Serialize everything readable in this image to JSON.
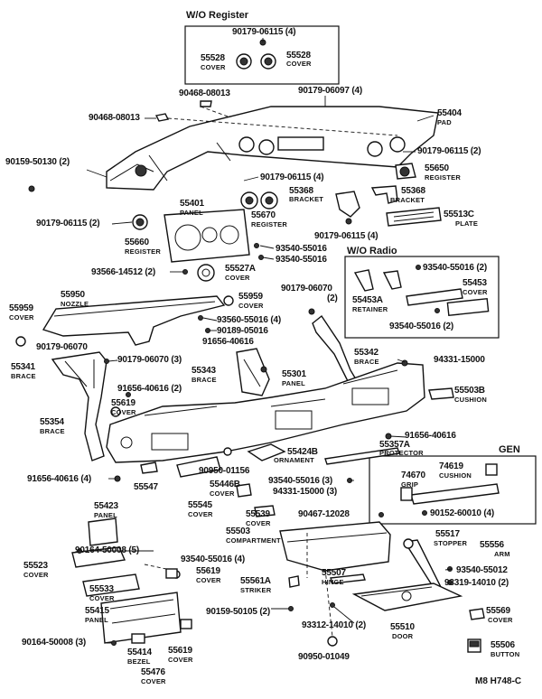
{
  "groups": {
    "wo_register": "W/O Register",
    "wo_radio": "W/O Radio",
    "gen": "GEN"
  },
  "labels": [
    {
      "id": "wr-90179-06115",
      "text": "90179-06115 (4)"
    },
    {
      "id": "wr-55528-l",
      "text": "55528",
      "sub": "COVER"
    },
    {
      "id": "wr-55528-r",
      "text": "55528",
      "sub": "COVER"
    },
    {
      "id": "p90468-08013a",
      "text": "90468-08013"
    },
    {
      "id": "p90179-06097",
      "text": "90179-06097 (4)"
    },
    {
      "id": "p90468-08013b",
      "text": "90468-08013"
    },
    {
      "id": "p55404",
      "text": "55404",
      "sub": "PAD"
    },
    {
      "id": "p90159-50130",
      "text": "90159-50130 (2)"
    },
    {
      "id": "p90179-06115-2",
      "text": "90179-06115 (2)"
    },
    {
      "id": "p55650",
      "text": "55650",
      "sub": "REGISTER"
    },
    {
      "id": "p90179-06115-4a",
      "text": "90179-06115 (4)"
    },
    {
      "id": "p55401",
      "text": "55401",
      "sub": "PANEL"
    },
    {
      "id": "p55368a",
      "text": "55368",
      "sub": "BRACKET"
    },
    {
      "id": "p55368b",
      "text": "55368",
      "sub": "BRACKET"
    },
    {
      "id": "p90179-06115-2b",
      "text": "90179-06115 (2)"
    },
    {
      "id": "p55670",
      "text": "55670",
      "sub": "REGISTER"
    },
    {
      "id": "p55513C",
      "text": "55513C",
      "sub": "PLATE"
    },
    {
      "id": "p90179-06115-4b",
      "text": "90179-06115 (4)"
    },
    {
      "id": "p55660",
      "text": "55660",
      "sub": "REGISTER"
    },
    {
      "id": "p93540-55016a",
      "text": "93540-55016"
    },
    {
      "id": "p93540-55016b",
      "text": "93540-55016"
    },
    {
      "id": "p93566-14512",
      "text": "93566-14512 (2)"
    },
    {
      "id": "p55527A",
      "text": "55527A",
      "sub": "COVER"
    },
    {
      "id": "r93540-55016-2a",
      "text": "93540-55016 (2)"
    },
    {
      "id": "r55453",
      "text": "55453",
      "sub": "COVER"
    },
    {
      "id": "r55453A",
      "text": "55453A",
      "sub": "RETAINER"
    },
    {
      "id": "r93540-55016-2b",
      "text": "93540-55016 (2)"
    },
    {
      "id": "p55959a",
      "text": "55959",
      "sub": "COVER"
    },
    {
      "id": "p55950",
      "text": "55950",
      "sub": "NOZZLE"
    },
    {
      "id": "p55959b",
      "text": "55959",
      "sub": "COVER"
    },
    {
      "id": "p90179-06070a",
      "text": "90179-06070",
      "sub2": "(2)"
    },
    {
      "id": "p93560-55016",
      "text": "93560-55016 (4)"
    },
    {
      "id": "p90189-05016",
      "text": "90189-05016"
    },
    {
      "id": "p90179-06070b",
      "text": "90179-06070"
    },
    {
      "id": "p91656-40616a",
      "text": "91656-40616"
    },
    {
      "id": "p90179-06070-3",
      "text": "90179-06070 (3)"
    },
    {
      "id": "p55342",
      "text": "55342",
      "sub": "BRACE"
    },
    {
      "id": "p94331-15000",
      "text": "94331-15000"
    },
    {
      "id": "p55341",
      "text": "55341",
      "sub": "BRACE"
    },
    {
      "id": "p55343",
      "text": "55343",
      "sub": "BRACE"
    },
    {
      "id": "p91656-40616-2",
      "text": "91656-40616 (2)"
    },
    {
      "id": "p55301",
      "text": "55301",
      "sub": "PANEL"
    },
    {
      "id": "p55503B",
      "text": "55503B",
      "sub": "CUSHION"
    },
    {
      "id": "p55619a",
      "text": "55619",
      "sub": "COVER"
    },
    {
      "id": "p55354",
      "text": "55354",
      "sub": "BRACE"
    },
    {
      "id": "p91656-40616b",
      "text": "91656-40616"
    },
    {
      "id": "p55357A",
      "text": "55357A",
      "sub": "PROTECTOR"
    },
    {
      "id": "p55424B",
      "text": "55424B",
      "sub": "ORNAMENT"
    },
    {
      "id": "p91656-40616-4",
      "text": "91656-40616 (4)"
    },
    {
      "id": "p90950-01156",
      "text": "90950-01156"
    },
    {
      "id": "p55547",
      "text": "55547"
    },
    {
      "id": "p55446B",
      "text": "55446B",
      "sub": "COVER"
    },
    {
      "id": "p55545",
      "text": "55545",
      "sub": "COVER"
    },
    {
      "id": "p93540-55016-3",
      "text": "93540-55016 (3)"
    },
    {
      "id": "p94331-15000-3",
      "text": "94331-15000 (3)"
    },
    {
      "id": "p55539",
      "text": "55539",
      "sub": "COVER"
    },
    {
      "id": "g74619",
      "text": "74619",
      "sub": "CUSHION"
    },
    {
      "id": "g74670",
      "text": "74670",
      "sub": "GRIP"
    },
    {
      "id": "g90152-60010",
      "text": "90152-60010 (4)"
    },
    {
      "id": "p55423",
      "text": "55423",
      "sub": "PANEL"
    },
    {
      "id": "p90467-12028",
      "text": "90467-12028"
    },
    {
      "id": "p55503",
      "text": "55503",
      "sub": "COMPARTMENT"
    },
    {
      "id": "p55517",
      "text": "55517",
      "sub": "STOPPER"
    },
    {
      "id": "p55556",
      "text": "55556",
      "sub": "ARM"
    },
    {
      "id": "p90164-50008-5",
      "text": "90164-50008 (5)"
    },
    {
      "id": "p93540-55016-4",
      "text": "93540-55016 (4)"
    },
    {
      "id": "p55523",
      "text": "55523",
      "sub": "COVER"
    },
    {
      "id": "p55619b",
      "text": "55619",
      "sub": "COVER"
    },
    {
      "id": "p55561A",
      "text": "55561A",
      "sub": "STRIKER"
    },
    {
      "id": "p55507",
      "text": "55507",
      "sub": "HINGE"
    },
    {
      "id": "p93540-55012",
      "text": "93540-55012"
    },
    {
      "id": "p93319-14010",
      "text": "93319-14010 (2)"
    },
    {
      "id": "p55533",
      "text": "55533",
      "sub": "COVER"
    },
    {
      "id": "p55415",
      "text": "55415",
      "sub": "PANEL"
    },
    {
      "id": "p55569",
      "text": "55569",
      "sub": "COVER"
    },
    {
      "id": "p90159-50105",
      "text": "90159-50105 (2)"
    },
    {
      "id": "p93312-14010",
      "text": "93312-14010 (2)"
    },
    {
      "id": "p55510",
      "text": "55510",
      "sub": "DOOR"
    },
    {
      "id": "p90164-50008-3",
      "text": "90164-50008 (3)"
    },
    {
      "id": "p55414",
      "text": "55414",
      "sub": "BEZEL"
    },
    {
      "id": "p55619c",
      "text": "55619",
      "sub": "COVER"
    },
    {
      "id": "p90950-01049",
      "text": "90950-01049"
    },
    {
      "id": "p55506",
      "text": "55506",
      "sub": "BUTTON"
    },
    {
      "id": "p55476",
      "text": "55476",
      "sub": "COVER"
    }
  ],
  "footer_ref": "M8  H748-C"
}
